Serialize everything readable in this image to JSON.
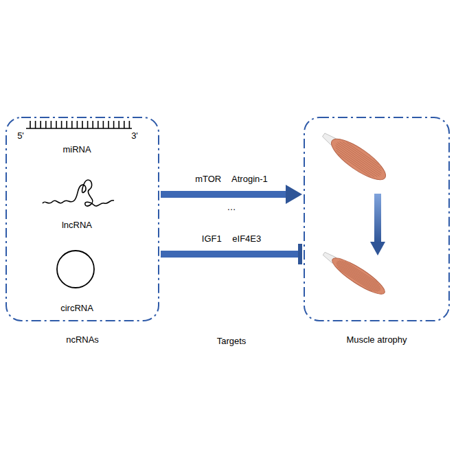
{
  "diagram": {
    "nodes": [
      {
        "text": [
          "ncRNAs"
        ]
      },
      {
        "text": [
          "Muscle atrophy"
        ]
      }
    ],
    "edges": [
      {
        "from": 0,
        "to": 1,
        "label": "mTOR Atrogin-1",
        "arrow": "to"
      },
      {
        "from": 0,
        "to": 1,
        "label": "IGF1 eIF4E3",
        "arrow": "to"
      }
    ],
    "labels": [
      "5'",
      "3'",
      "miRNA",
      "lncRNA",
      "circRNA",
      "…",
      "Targets"
    ]
  }
}
